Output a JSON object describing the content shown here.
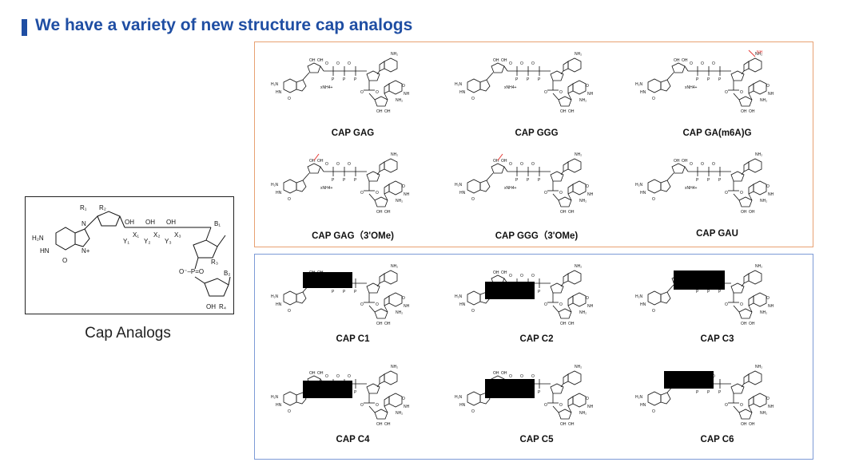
{
  "colors": {
    "title": "#1f4ea3",
    "accent_bar": "#1f4ea3",
    "panel_top_border": "#e8a172",
    "panel_bottom_border": "#7d9ad6",
    "redaction": "#000000",
    "modification_mark": "#e53935"
  },
  "header": {
    "title": "We have a variety of new structure cap analogs"
  },
  "general_structure": {
    "caption": "Cap Analogs",
    "labels": {
      "r1": "R₁",
      "r2": "R₂",
      "r3": "R₃",
      "r4": "R₄",
      "b1": "B₁",
      "b2": "B₂",
      "x1": "X₁",
      "x2": "X₂",
      "x3": "X₃",
      "y1": "Y₁",
      "y2": "Y₂",
      "y3": "Y₃",
      "oh1": "OH",
      "oh2": "OH",
      "oh3": "OH",
      "nh2": "H₂N",
      "hn": "HN",
      "o": "O",
      "n": "N",
      "np": "N+",
      "phos": "O⁻–P=O",
      "oh4": "OH"
    }
  },
  "top_panel": {
    "items": [
      {
        "label": "CAP GAG",
        "mod": "none"
      },
      {
        "label": "CAP GGG",
        "mod": "none"
      },
      {
        "label": "CAP GA(m6A)G",
        "mod": "m6A"
      },
      {
        "label": "CAP GAG（3'OMe)",
        "mod": "ome"
      },
      {
        "label": "CAP GGG（3'OMe)",
        "mod": "ome"
      },
      {
        "label": "CAP GAU",
        "mod": "none"
      }
    ]
  },
  "bottom_panel": {
    "items": [
      {
        "label": "CAP C1",
        "redacted": true
      },
      {
        "label": "CAP C2",
        "redacted": true
      },
      {
        "label": "CAP C3",
        "redacted": true
      },
      {
        "label": "CAP C4",
        "redacted": true
      },
      {
        "label": "CAP C5",
        "redacted": true
      },
      {
        "label": "CAP C6",
        "redacted": true
      }
    ]
  },
  "structure_text": {
    "oh": "OH",
    "xnh4": "xNH4+",
    "nh2": "NH₂",
    "o": "O",
    "nh": "NH",
    "p": "P",
    "n": "N"
  }
}
